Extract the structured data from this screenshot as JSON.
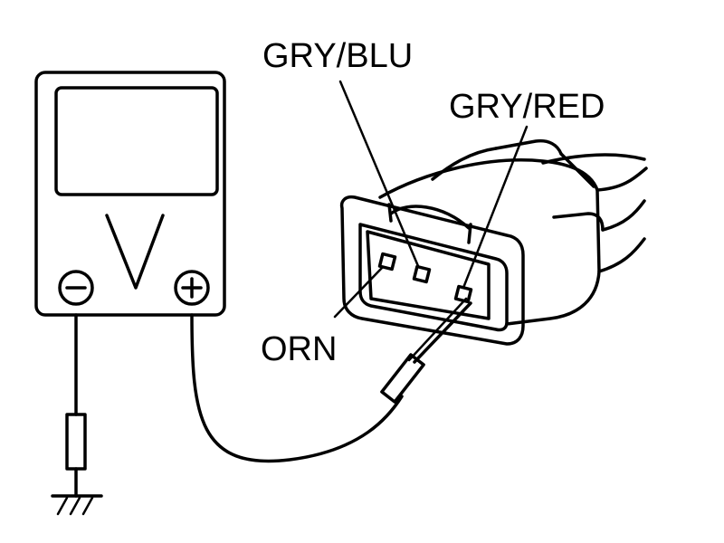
{
  "meter": {
    "reading_symbol": "V",
    "neg_symbol": "−",
    "pos_symbol": "+"
  },
  "labels": {
    "wire_top": "GRY/BLU",
    "wire_right": "GRY/RED",
    "wire_left": "ORN"
  },
  "colors": {
    "ink": "#000000",
    "background": "#ffffff"
  }
}
